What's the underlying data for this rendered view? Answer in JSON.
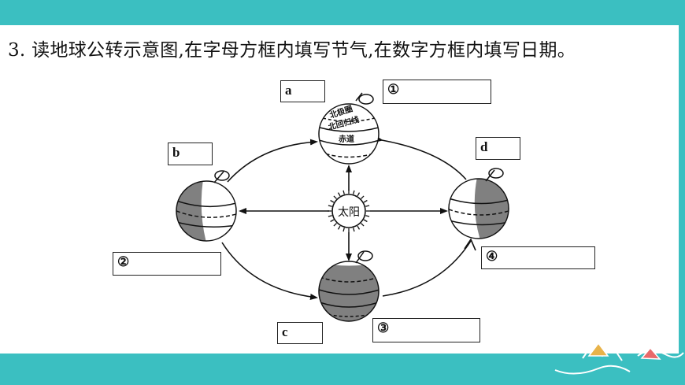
{
  "question": {
    "text": "3. 读地球公转示意图,在字母方框内填写节气,在数字方框内填写日期。"
  },
  "boxes": {
    "a": "a",
    "b": "b",
    "c": "c",
    "d": "d",
    "n1": "①",
    "n2": "②",
    "n3": "③",
    "n4": "④"
  },
  "diagram": {
    "sun_label": "太阳",
    "top_earth_labels": {
      "arctic_circle": "北极圈",
      "tropic_cancer": "北回归线",
      "equator": "赤道"
    }
  },
  "colors": {
    "frame": "#3bbfc1",
    "night_side": "#808080"
  }
}
